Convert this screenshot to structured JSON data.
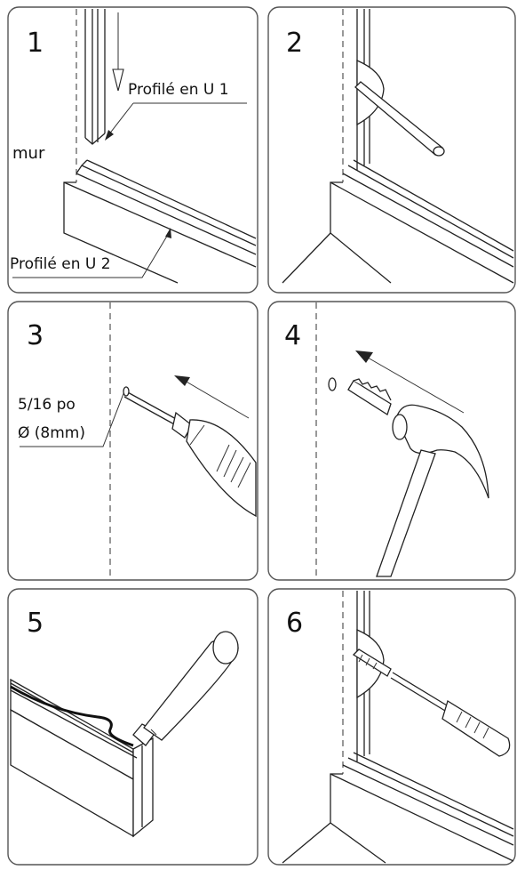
{
  "panels": [
    {
      "number": "1",
      "labels": {
        "profile1": "Profilé en U 1",
        "wall": "mur",
        "profile2": "Profilé en U 2"
      }
    },
    {
      "number": "2"
    },
    {
      "number": "3",
      "labels": {
        "drill_size": "5/16 po",
        "drill_size_mm": "Ø (8mm)"
      }
    },
    {
      "number": "4"
    },
    {
      "number": "5"
    },
    {
      "number": "6"
    }
  ],
  "colors": {
    "line": "#222222",
    "frame": "#555555",
    "background": "#ffffff"
  }
}
